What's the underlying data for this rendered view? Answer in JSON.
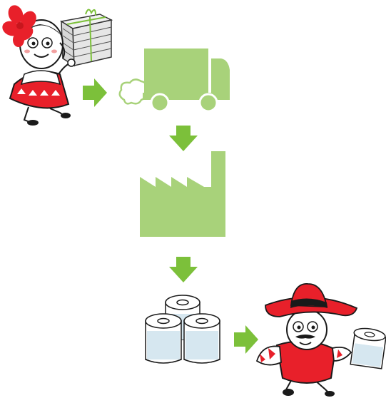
{
  "colors": {
    "green_fill": "#a8d27a",
    "arrow_green": "#7cc03a",
    "red": "#e8202a",
    "dark_red": "#c8161d",
    "ink": "#1a1a1a",
    "paper_gray": "#d9d9d9",
    "roll_blue": "#bcd7e6",
    "roll_white": "#ffffff",
    "skin": "#ffffff"
  },
  "diagram": {
    "nodes": [
      {
        "id": "girl-with-papers",
        "icon": "girl-carrying-newspaper-stack-icon"
      },
      {
        "id": "truck",
        "icon": "delivery-truck-icon"
      },
      {
        "id": "factory",
        "icon": "factory-icon"
      },
      {
        "id": "toilet-rolls",
        "icon": "toilet-paper-rolls-icon"
      },
      {
        "id": "boy-with-roll",
        "icon": "sombrero-boy-holding-roll-icon"
      }
    ],
    "flow": [
      {
        "from": "girl-with-papers",
        "to": "truck"
      },
      {
        "from": "truck",
        "to": "factory"
      },
      {
        "from": "factory",
        "to": "toilet-rolls"
      },
      {
        "from": "toilet-rolls",
        "to": "boy-with-roll"
      }
    ]
  }
}
